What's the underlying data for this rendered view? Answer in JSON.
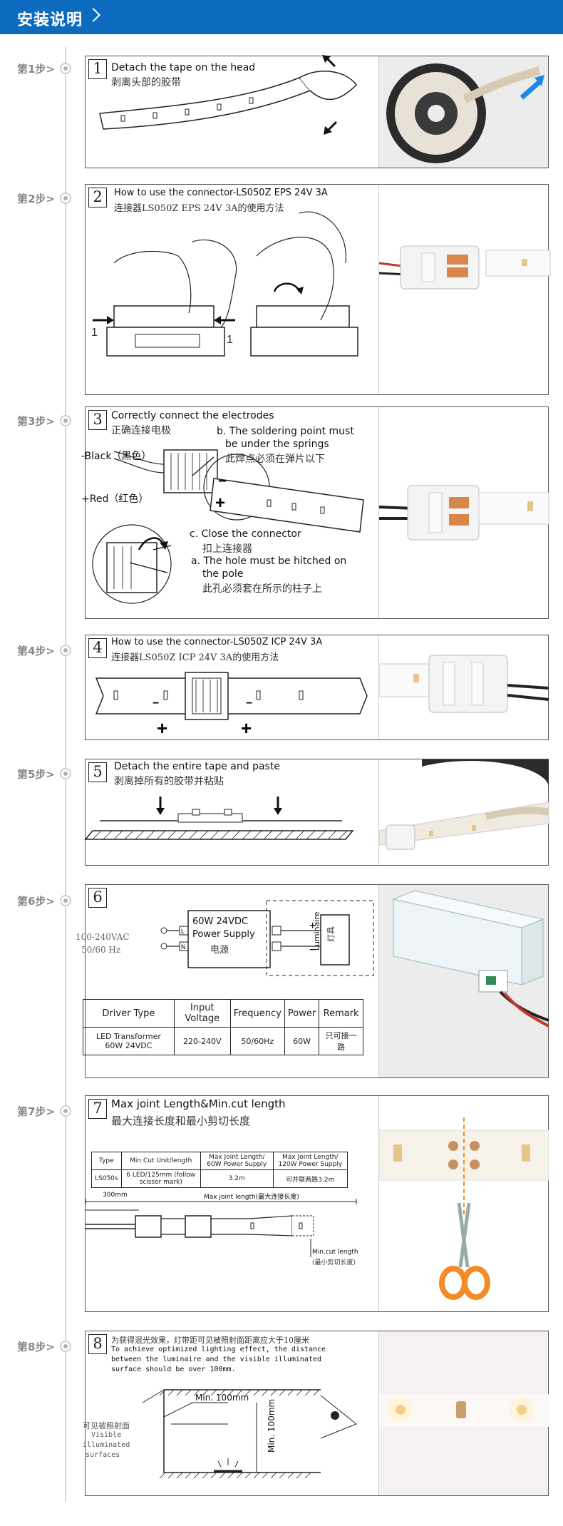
{
  "header": {
    "title": "安装说明"
  },
  "steps": [
    {
      "label": "第1步>",
      "num": "1",
      "en": "Detach the tape on the head",
      "zh": "剥离头部的胶带"
    },
    {
      "label": "第2步>",
      "num": "2",
      "en": "How to use the connector-LS050Z EPS 24V 3A",
      "zh": "连接器LS050Z EPS 24V 3A的使用方法",
      "callout_left": "1",
      "callout_right": "1"
    },
    {
      "label": "第3步>",
      "num": "3",
      "en": "Correctly connect the electrodes",
      "zh": "正确连接电极",
      "black": "-Black（黑色）",
      "red": "+Red（红色）",
      "b_en_1": "b. The soldering point must",
      "b_en_2": "be under the springs",
      "b_zh": "此焊点必须在弹片以下",
      "c_en": "c. Close the connector",
      "c_zh": "扣上连接器",
      "a_en_1": "a. The hole must be hitched on",
      "a_en_2": "the pole",
      "a_zh": "此孔必须套在所示的柱子上"
    },
    {
      "label": "第4步>",
      "num": "4",
      "en": "How to use the connector-LS050Z ICP 24V 3A",
      "zh": "连接器LS050Z ICP 24V 3A的使用方法"
    },
    {
      "label": "第5步>",
      "num": "5",
      "en": "Detach the entire tape and paste",
      "zh": "剥离掉所有的胶带并粘贴"
    },
    {
      "label": "第6步>",
      "num": "6",
      "input": "100-240VAC",
      "freq": "50/60 Hz",
      "psu_1": "60W 24VDC",
      "psu_2": "Power Supply",
      "psu_3": "电源",
      "luminaire": "Luminaire",
      "luminaire_zh": "灯具",
      "table": {
        "headers": [
          "Driver Type",
          "Input Voltage",
          "Frequency",
          "Power",
          "Remark"
        ],
        "row": [
          "LED Transformer 60W 24VDC",
          "220-240V",
          "50/60Hz",
          "60W",
          "只可接一路"
        ]
      }
    },
    {
      "label": "第7步>",
      "num": "7",
      "en": "Max joint Length&Min.cut length",
      "zh": "最大连接长度和最小剪切长度",
      "table": {
        "headers": [
          "Type",
          "Min Cut Unit/length",
          "Max Joint Length/ 60W Power Supply",
          "Max Joint Length/ 120W Power Supply"
        ],
        "row": [
          "LS050s",
          "6 LED/125mm (follow scissor mark)",
          "3.2m",
          "可并联两路3.2m"
        ]
      },
      "dim_300": "300mm",
      "dim_max": "Max joint length(最大连接长度)",
      "mincut_1": "Min.cut length",
      "mincut_2": "(最小剪切长度)"
    },
    {
      "label": "第8步>",
      "num": "8",
      "zh": "为获得混光效果，灯带距可见被照射面距离应大于10厘米",
      "en_1": "To achieve optimized lighting effect, the distance",
      "en_2": "between the luminaire and the visible illuminated",
      "en_3": "surface should be over 100mm.",
      "min_h": "Min. 100mm",
      "min_v": "Min. 100mm",
      "surface_zh": "可见被照射面",
      "surface_en_1": "Visible",
      "surface_en_2": "illuminated",
      "surface_en_3": "surfaces"
    }
  ],
  "colors": {
    "header": "#0d6bbf",
    "label": "#888888",
    "scissor_handle": "#f28c28",
    "wire_red": "#c0392b",
    "wire_black": "#222222"
  }
}
